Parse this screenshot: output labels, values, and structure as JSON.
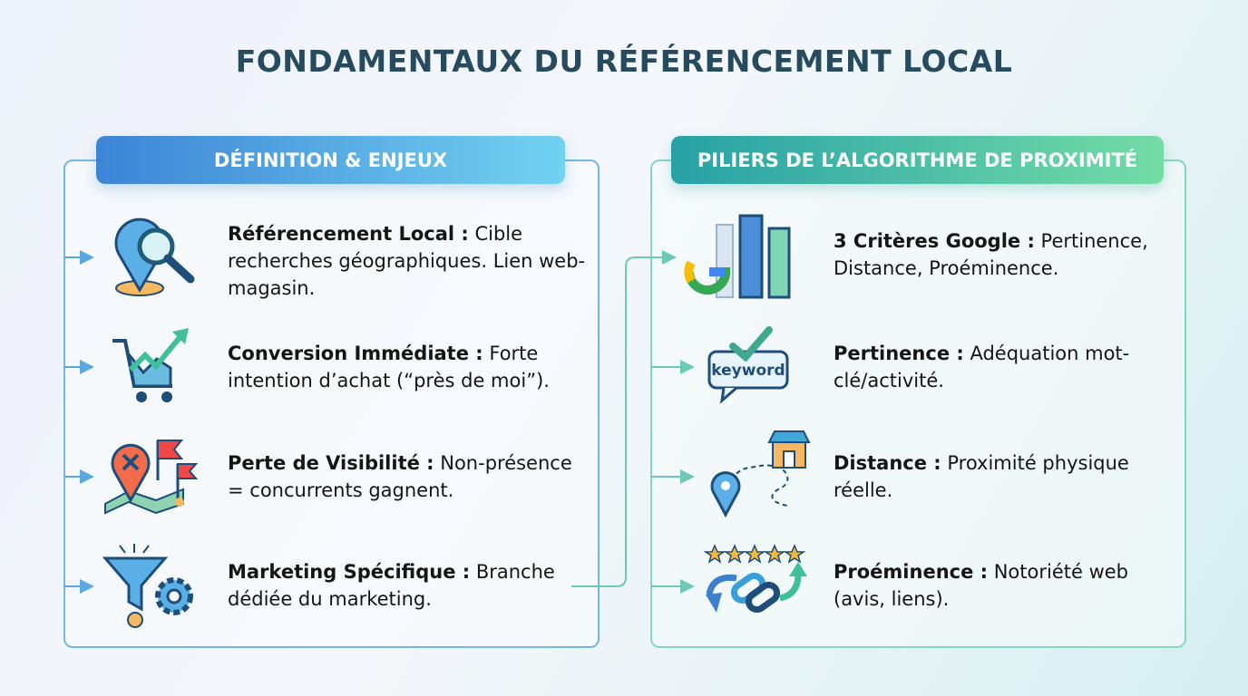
{
  "title": "FONDAMENTAUX DU RÉFÉRENCEMENT LOCAL",
  "left": {
    "header": "DÉFINITION & ENJEUX",
    "items": [
      {
        "icon": "location-search-icon",
        "term": "Référencement Local :",
        "text": " Cible recherches géographiques. Lien web-magasin."
      },
      {
        "icon": "cart-growth-icon",
        "term": "Conversion Immédiate :",
        "text": " Forte intention d’achat (“près de moi”)."
      },
      {
        "icon": "map-flags-icon",
        "term": "Perte de Visibilité :",
        "text": " Non-présence = concurrents gagnent."
      },
      {
        "icon": "funnel-gear-icon",
        "term": "Marketing Spécifique :",
        "text": " Branche dédiée du marketing."
      }
    ]
  },
  "right": {
    "header": "PILIERS DE L’ALGORITHME DE PROXIMITÉ",
    "items": [
      {
        "icon": "google-pillars-icon",
        "term": "3 Critères Google :",
        "text": " Pertinence, Distance, Proéminence."
      },
      {
        "icon": "keyword-check-icon",
        "term": "Pertinence :",
        "text": " Adéquation mot-clé/activité.",
        "badge": "keyword"
      },
      {
        "icon": "route-store-icon",
        "term": "Distance :",
        "text": " Proximité physique réelle."
      },
      {
        "icon": "stars-links-icon",
        "term": "Proéminence :",
        "text": " Notoriété web (avis, liens)."
      }
    ]
  },
  "colors": {
    "title": "#264b5f",
    "left_accent": "#3a86d8",
    "right_accent": "#2aa7a8"
  }
}
